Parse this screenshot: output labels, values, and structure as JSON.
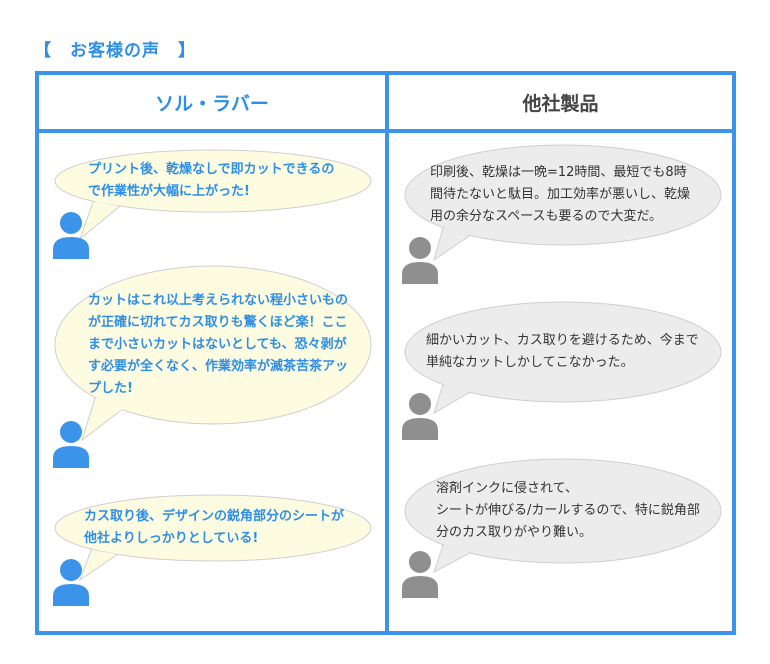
{
  "section_title": "【　お客様の声　】",
  "columns": {
    "left_header": "ソル・ラバー",
    "right_header": "他社製品"
  },
  "left_comments": [
    {
      "text": "プリント後、乾燥なしで即カットできるので作業性が大幅に上がった!"
    },
    {
      "text": "カットはこれ以上考えられない程小さいものが正確に切れてカス取りも驚くほど楽！ここまで小さいカットはないとしても、恐々剥がす必要が全くなく、作業効率が滅茶苦茶アップした!"
    },
    {
      "text": "カス取り後、デザインの鋭角部分のシートが他社よりしっかりとしている!"
    }
  ],
  "right_comments": [
    {
      "text": "印刷後、乾燥は一晩=12時間、最短でも8時間待たないと駄目。加工効率が悪いし、乾燥用の余分なスペースも要るので大変だ。"
    },
    {
      "text": "細かいカット、カス取りを避けるため、今まで単純なカットしかしてこなかった。"
    },
    {
      "text": "溶剤インクに侵されて、\nシートが伸びる/カールするので、特に鋭角部分のカス取りがやり難い。"
    }
  ],
  "colors": {
    "accent_blue": "#3b94ea",
    "text_blue": "#2f8fe6",
    "bubble_yellow": "#fdfbe0",
    "bubble_gray": "#ececec",
    "person_blue": "#3b94ea",
    "person_gray": "#8f8f8f"
  },
  "icons": [
    "person-icon"
  ]
}
